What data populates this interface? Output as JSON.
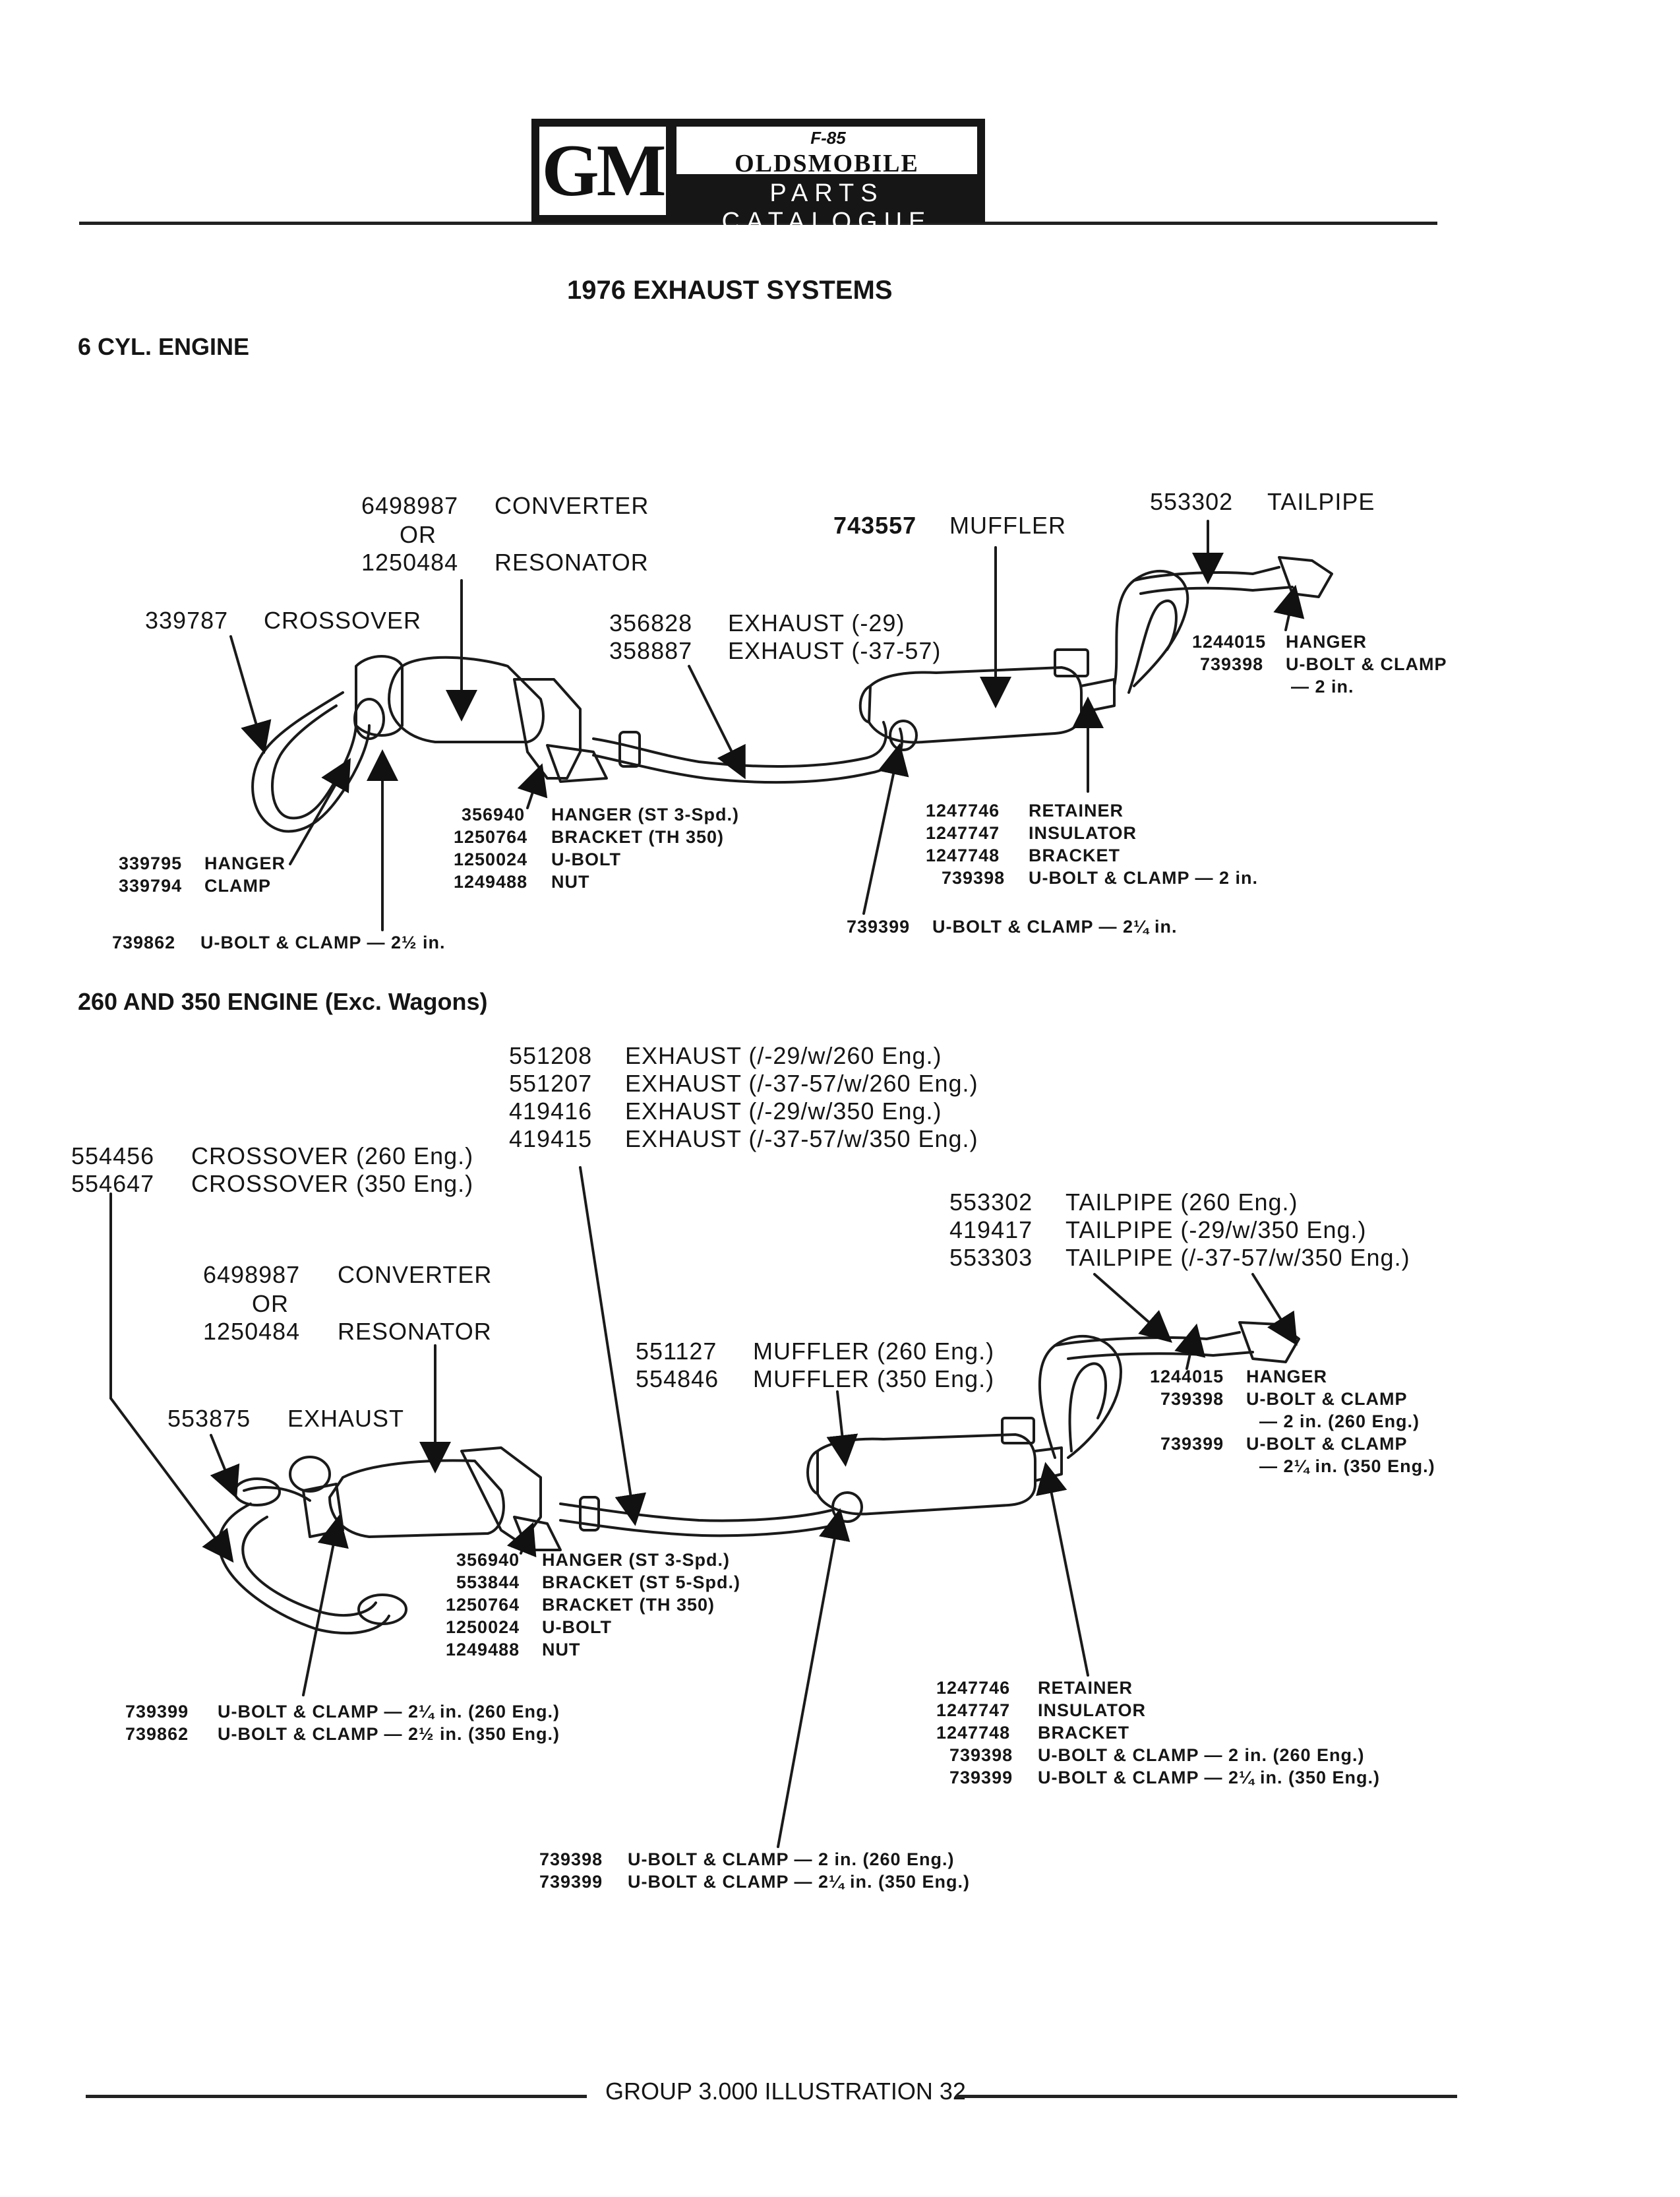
{
  "header": {
    "logo_gm": "GM",
    "logo_mark": "F-85",
    "logo_brand": "OLDSMOBILE",
    "logo_catalogue": "PARTS CATALOGUE"
  },
  "page_title": "1976 EXHAUST SYSTEMS",
  "section1": {
    "heading": "6 CYL. ENGINE",
    "conv1": "6498987",
    "conv1_name": "CONVERTER",
    "or": "OR",
    "conv2": "1250484",
    "conv2_name": "RESONATOR",
    "crossover_num": "339787",
    "crossover_name": "CROSSOVER",
    "muffler_num": "743557",
    "muffler_name": "MUFFLER",
    "tailpipe_num": "553302",
    "tailpipe_name": "TAILPIPE",
    "exhaust1_num": "356828",
    "exhaust1_name": "EXHAUST (-29)",
    "exhaust2_num": "358887",
    "exhaust2_name": "EXHAUST (-37-57)",
    "hanger_r_num": "1244015",
    "hanger_r_name": "HANGER",
    "ubolt_r_num": "739398",
    "ubolt_r_name": "U-BOLT & CLAMP",
    "ubolt_r_size": "— 2 in.",
    "mid_nums": [
      "356940",
      "1250764",
      "1250024",
      "1249488"
    ],
    "mid_names": [
      "HANGER (ST 3-Spd.)",
      "BRACKET (TH 350)",
      "U-BOLT",
      "NUT"
    ],
    "ret_nums": [
      "1247746",
      "1247747",
      "1247748",
      "739398"
    ],
    "ret_names": [
      "RETAINER",
      "INSULATOR",
      "BRACKET",
      "U-BOLT & CLAMP — 2 in."
    ],
    "left_nums": [
      "339795",
      "339794"
    ],
    "left_names": [
      "HANGER",
      "CLAMP"
    ],
    "ub_mid_num": "739399",
    "ub_mid_name": "U-BOLT & CLAMP — 2¼ in.",
    "ub_left_num": "739862",
    "ub_left_name": "U-BOLT & CLAMP — 2½ in."
  },
  "section2": {
    "heading": "260 AND 350 ENGINE (Exc. Wagons)",
    "ex_nums": [
      "551208",
      "551207",
      "419416",
      "419415"
    ],
    "ex_names": [
      "EXHAUST (/-29/w/260 Eng.)",
      "EXHAUST (/-37-57/w/260 Eng.)",
      "EXHAUST (/-29/w/350 Eng.)",
      "EXHAUST (/-37-57/w/350 Eng.)"
    ],
    "cross_nums": [
      "554456",
      "554647"
    ],
    "cross_names": [
      "CROSSOVER (260 Eng.)",
      "CROSSOVER (350 Eng.)"
    ],
    "tail_nums": [
      "553302",
      "419417",
      "553303"
    ],
    "tail_names": [
      "TAILPIPE (260 Eng.)",
      "TAILPIPE (-29/w/350 Eng.)",
      "TAILPIPE (/-37-57/w/350 Eng.)"
    ],
    "conv1": "6498987",
    "conv1_name": "CONVERTER",
    "or": "OR",
    "conv2": "1250484",
    "conv2_name": "RESONATOR",
    "muf_nums": [
      "551127",
      "554846"
    ],
    "muf_names": [
      "MUFFLER (260 Eng.)",
      "MUFFLER (350 Eng.)"
    ],
    "exhaust_num": "553875",
    "exhaust_name": "EXHAUST",
    "hr_nums": [
      "1244015",
      "739398",
      "",
      "739399",
      ""
    ],
    "hr_names": [
      "HANGER",
      "U-BOLT & CLAMP",
      "— 2 in. (260 Eng.)",
      "U-BOLT & CLAMP",
      "— 2¼ in. (350 Eng.)"
    ],
    "mid_nums": [
      "356940",
      "553844",
      "1250764",
      "1250024",
      "1249488"
    ],
    "mid_names": [
      "HANGER (ST 3-Spd.)",
      "BRACKET (ST 5-Spd.)",
      "BRACKET (TH 350)",
      "U-BOLT",
      "NUT"
    ],
    "left_nums": [
      "739399",
      "739862"
    ],
    "left_names": [
      "U-BOLT & CLAMP — 2¼ in. (260 Eng.)",
      "U-BOLT & CLAMP — 2½ in. (350 Eng.)"
    ],
    "ret_nums": [
      "1247746",
      "1247747",
      "1247748",
      "739398",
      "739399"
    ],
    "ret_names": [
      "RETAINER",
      "INSULATOR",
      "BRACKET",
      "U-BOLT & CLAMP — 2 in. (260 Eng.)",
      "U-BOLT & CLAMP — 2¼ in. (350 Eng.)"
    ],
    "bot_nums": [
      "739398",
      "739399"
    ],
    "bot_names": [
      "U-BOLT & CLAMP — 2 in. (260 Eng.)",
      "U-BOLT & CLAMP — 2¼ in. (350 Eng.)"
    ]
  },
  "footer": "GROUP 3.000 ILLUSTRATION 32"
}
